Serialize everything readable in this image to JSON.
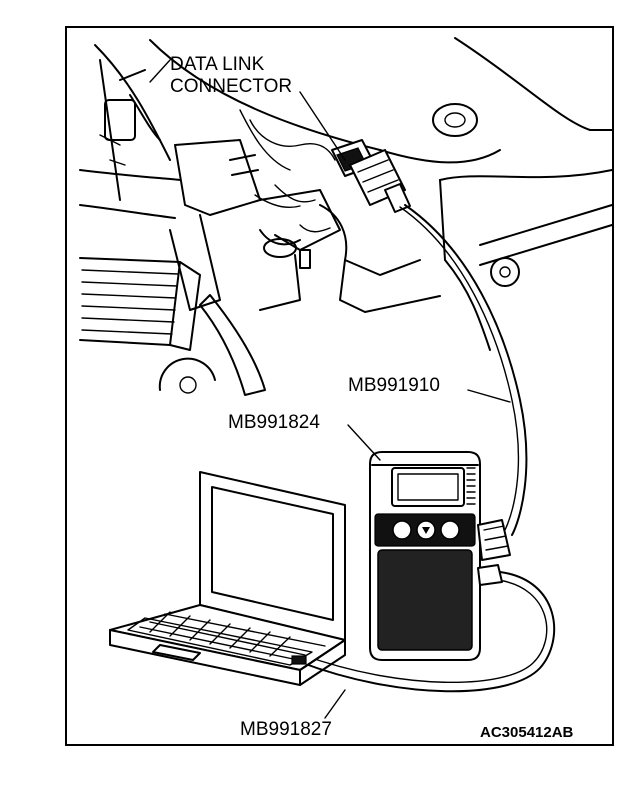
{
  "labels": {
    "data_link_line1": "DATA LINK",
    "data_link_line2": "CONNECTOR",
    "cable_main": "MB991910",
    "scan_tool": "MB991824",
    "pc_cable": "MB991827",
    "figure_code": "AC305412AB"
  }
}
